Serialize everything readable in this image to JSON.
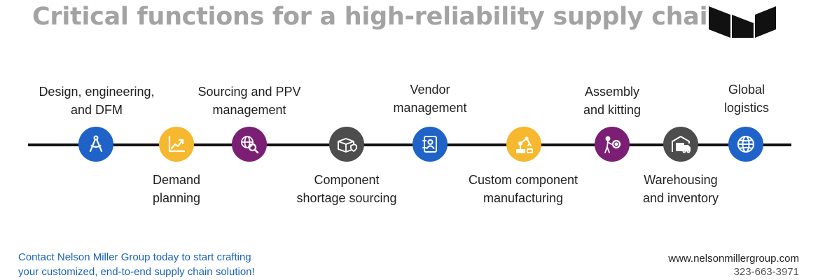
{
  "title": "Critical functions for a high-reliability supply chain",
  "colors": {
    "title": "#a3a3a3",
    "line": "#111111",
    "blue": "#1f63c9",
    "yellow": "#f5b82e",
    "purple": "#7a1f73",
    "gray": "#4d4d4d",
    "footer_link": "#1a62b8"
  },
  "steps": [
    {
      "line1": "Design, engineering,",
      "line2": "and DFM",
      "icon": "compass-icon",
      "color": "#1f63c9"
    },
    {
      "line1": "Demand",
      "line2": "planning",
      "icon": "chart-growth-icon",
      "color": "#f5b82e"
    },
    {
      "line1": "Sourcing and PPV",
      "line2": "management",
      "icon": "globe-search-icon",
      "color": "#7a1f73"
    },
    {
      "line1": "Component",
      "line2": "shortage sourcing",
      "icon": "package-shield-icon",
      "color": "#4d4d4d"
    },
    {
      "line1": "Vendor",
      "line2": "management",
      "icon": "contact-book-icon",
      "color": "#1f63c9"
    },
    {
      "line1": "Custom component",
      "line2": "manufacturing",
      "icon": "robot-arm-icon",
      "color": "#f5b82e"
    },
    {
      "line1": "Assembly",
      "line2": "and kitting",
      "icon": "worker-gear-icon",
      "color": "#7a1f73"
    },
    {
      "line1": "Warehousing",
      "line2": "and inventory",
      "icon": "warehouse-truck-icon",
      "color": "#4d4d4d"
    },
    {
      "line1": "Global",
      "line2": "logistics",
      "icon": "globe-icon",
      "color": "#1f63c9"
    }
  ],
  "footer": {
    "contact_line1": "Contact Nelson Miller Group today to start crafting",
    "contact_line2": "your customized, end-to-end supply chain solution!",
    "website": "www.nelsonmillergroup.com",
    "phone": "323-663-3971"
  }
}
